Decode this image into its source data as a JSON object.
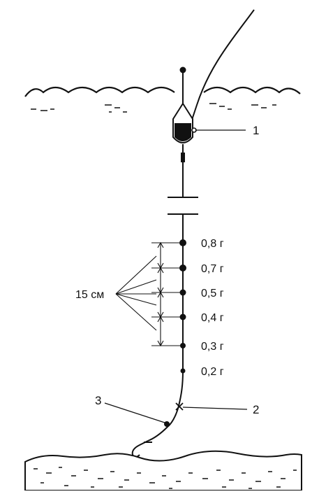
{
  "diagram": {
    "callouts": {
      "float": "1",
      "knot": "2",
      "bead": "3"
    },
    "distance_label": "15 см",
    "weights": [
      {
        "label": "0,8 г"
      },
      {
        "label": "0,7 г"
      },
      {
        "label": "0,5 г"
      },
      {
        "label": "0,4 г"
      },
      {
        "label": "0,3 г"
      },
      {
        "label": "0,2 г"
      }
    ]
  }
}
